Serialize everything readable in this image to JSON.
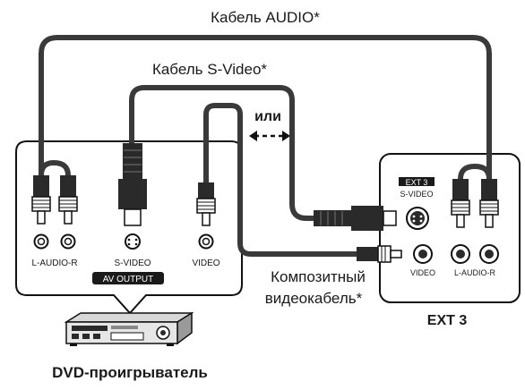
{
  "labels": {
    "audio_cable": "Кабель AUDIO*",
    "svideo_cable": "Кабель S-Video*",
    "or_text": "или",
    "composite_line1": "Композитный",
    "composite_line2": "видеокабель*",
    "ext3_caption": "EXT 3",
    "dvd_caption": "DVD-проигрыватель"
  },
  "dvd_panel": {
    "l_audio_r": "L-AUDIO-R",
    "svideo": "S-VIDEO",
    "video": "VIDEO",
    "av_output": "AV OUTPUT"
  },
  "tv_panel": {
    "ext3_tag": "EXT 3",
    "svideo": "S-VIDEO",
    "video": "VIDEO",
    "l_audio_r": "L-AUDIO-R"
  },
  "colors": {
    "cable": "#3a3a3a",
    "plug": "#2a2a2a",
    "outline": "#111111"
  }
}
